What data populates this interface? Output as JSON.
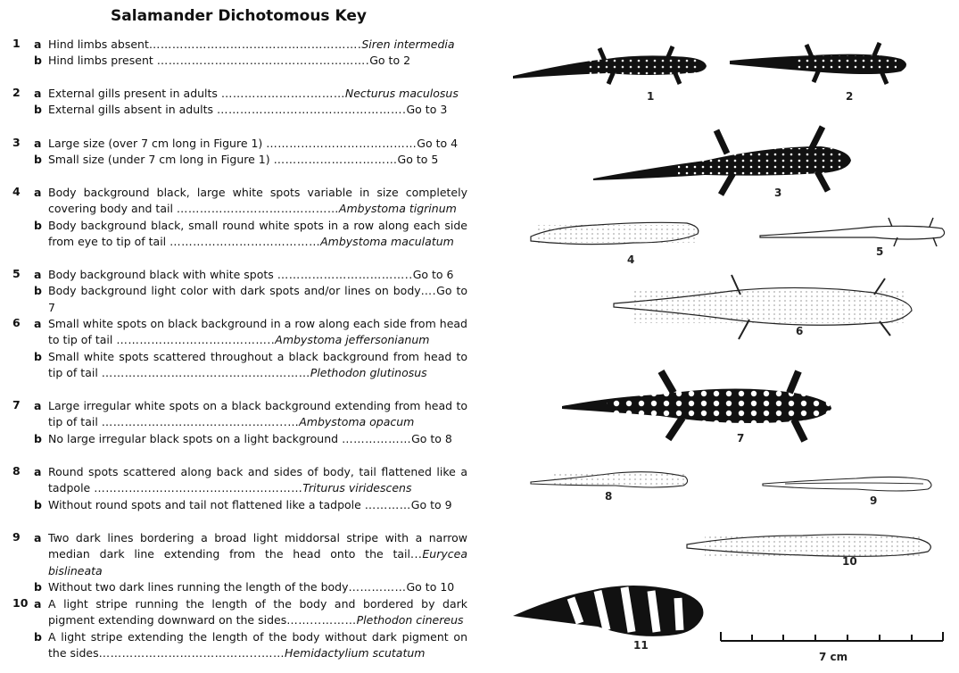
{
  "title": "Salamander Dichotomous Key",
  "couplets": [
    {
      "num": "1",
      "a": {
        "text": "Hind limbs absent",
        "dots": "……………………………………………….",
        "result": "Siren intermedia"
      },
      "b": {
        "text": "Hind limbs present ",
        "dots": "……………………………………………….",
        "result": "Go to 2"
      }
    },
    {
      "num": "2",
      "a": {
        "text": "External gills present in adults ",
        "dots": "…………………..………",
        "result": "Necturus maculosus"
      },
      "b": {
        "text": "External gills absent in adults ",
        "dots": "………………………………………….",
        "result": "Go to 3"
      }
    },
    {
      "num": "3",
      "a": {
        "text": "Large size (over 7 cm long in Figure 1) ",
        "dots": "…………………………………",
        "result": "Go to 4"
      },
      "b": {
        "text": "Small size (under 7 cm long in Figure 1) ",
        "dots": "…………………..………",
        "result": "Go to 5"
      }
    },
    {
      "num": "4",
      "a": {
        "text": "Body background black, large white spots variable in size completely covering body and tail ",
        "dots": "……………………………………",
        "result": "Ambystoma tigrinum"
      },
      "b": {
        "text": "Body background black, small round white spots in a row along each side from eye to tip of tail ",
        "dots": "…………………………………",
        "result": "Ambystoma maculatum"
      }
    },
    {
      "num": "5",
      "a": {
        "text": "Body background black with white spots ",
        "dots": "……………………………..",
        "result": "Go to 6"
      },
      "b": {
        "text": "Body background light color with dark spots and/or lines on body",
        "dots": "….",
        "result": "Go to 7"
      }
    },
    {
      "num": "6",
      "a": {
        "text": "Small white spots on black background in a row along each side from head to tip of tail ",
        "dots": "…………………………………..",
        "result": "Ambystoma jeffersonianum"
      },
      "b": {
        "text": "Small white spots scattered throughout a black background from head to tip of tail ",
        "dots": "………………………………………………",
        "result": "Plethodon glutinosus"
      }
    },
    {
      "num": "7",
      "a": {
        "text": "Large irregular white spots on a black background extending from head to tip of tail ",
        "dots": "………………………………………...…",
        "result": "Ambystoma opacum"
      },
      "b": {
        "text": "No large irregular black spots on a light background ",
        "dots": "………………",
        "result": "Go to 8"
      }
    },
    {
      "num": "8",
      "a": {
        "text": "Round spots scattered along back and sides of body, tail flattened like a tadpole ",
        "dots": "………………………………………………",
        "result": "Triturus viridescens"
      },
      "b": {
        "text": "Without round spots and tail not flattened like a tadpole ",
        "dots": "…………",
        "result": "Go to 9"
      }
    },
    {
      "num": "9",
      "a": {
        "text": "Two dark lines bordering a broad light middorsal stripe with a narrow median dark line extending from the head onto the tail",
        "dots": "...",
        "result": "Eurycea bislineata"
      },
      "b": {
        "text": "Without two dark lines running the length of the body",
        "dots": "……………",
        "result": "Go to 10"
      }
    },
    {
      "num": "10",
      "a": {
        "text": "A light stripe running the length of the body and bordered by dark pigment extending downward on the sides",
        "dots": "……...………",
        "result": "Plethodon cinereus"
      },
      "b": {
        "text": "A light stripe extending the length of the body without dark pigment on the sides",
        "dots": "…………………………………...……",
        "result": "Hemidactylium scutatum"
      }
    }
  ],
  "figures": {
    "labels": [
      "1",
      "2",
      "3",
      "4",
      "5",
      "6",
      "7",
      "8",
      "9",
      "10",
      "11"
    ],
    "scale_label": "7 cm"
  }
}
